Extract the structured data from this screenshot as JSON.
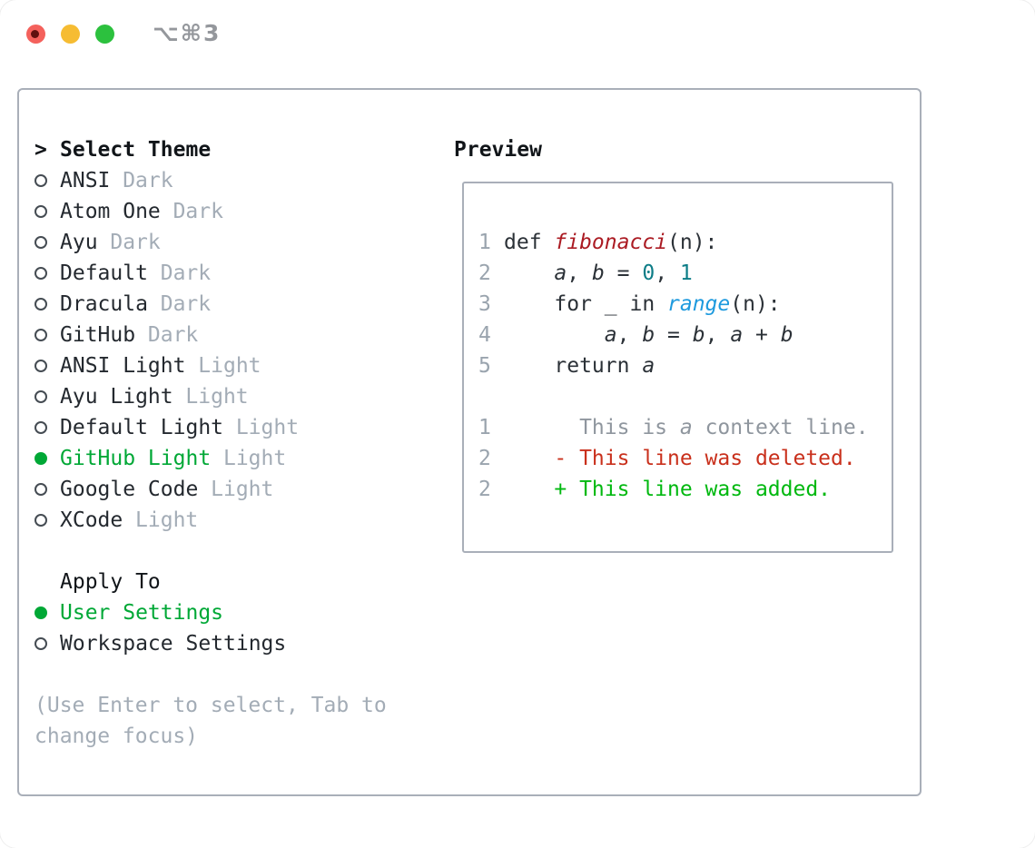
{
  "window": {
    "title": "⌥⌘3",
    "traffic_lights": [
      {
        "name": "close",
        "color": "#f4615c",
        "dot": "#5f100f"
      },
      {
        "name": "minimize",
        "color": "#f6bc32",
        "dot": null
      },
      {
        "name": "zoom",
        "color": "#2cc13e",
        "dot": null
      }
    ]
  },
  "theme_list": {
    "prompt": ">",
    "header": "Select Theme",
    "items": [
      {
        "name": "ANSI",
        "variant": "Dark",
        "selected": false
      },
      {
        "name": "Atom One",
        "variant": "Dark",
        "selected": false
      },
      {
        "name": "Ayu",
        "variant": "Dark",
        "selected": false
      },
      {
        "name": "Default",
        "variant": "Dark",
        "selected": false
      },
      {
        "name": "Dracula",
        "variant": "Dark",
        "selected": false
      },
      {
        "name": "GitHub",
        "variant": "Dark",
        "selected": false
      },
      {
        "name": "ANSI Light",
        "variant": "Light",
        "selected": false
      },
      {
        "name": "Ayu Light",
        "variant": "Light",
        "selected": false
      },
      {
        "name": "Default Light",
        "variant": "Light",
        "selected": false
      },
      {
        "name": "GitHub Light",
        "variant": "Light",
        "selected": true
      },
      {
        "name": "Google Code",
        "variant": "Light",
        "selected": false
      },
      {
        "name": "XCode",
        "variant": "Light",
        "selected": false
      }
    ]
  },
  "apply_to": {
    "label": "Apply To",
    "options": [
      {
        "name": "User Settings",
        "selected": true
      },
      {
        "name": "Workspace Settings",
        "selected": false
      }
    ]
  },
  "hint": "(Use Enter to select, Tab to change focus)",
  "preview": {
    "label": "Preview",
    "lines": [
      {
        "num": "1",
        "tokens": [
          {
            "t": "def ",
            "c": "code"
          },
          {
            "t": "fibonacci",
            "c": "func",
            "i": true
          },
          {
            "t": "(n):",
            "c": "code"
          }
        ]
      },
      {
        "num": "2",
        "tokens": [
          {
            "t": "    ",
            "c": "code"
          },
          {
            "t": "a",
            "c": "variable",
            "i": true
          },
          {
            "t": ", ",
            "c": "code"
          },
          {
            "t": "b",
            "c": "variable",
            "i": true
          },
          {
            "t": " = ",
            "c": "code"
          },
          {
            "t": "0",
            "c": "number"
          },
          {
            "t": ", ",
            "c": "code"
          },
          {
            "t": "1",
            "c": "number"
          }
        ]
      },
      {
        "num": "3",
        "tokens": [
          {
            "t": "    for _ in ",
            "c": "code"
          },
          {
            "t": "range",
            "c": "call",
            "i": true
          },
          {
            "t": "(n):",
            "c": "code"
          }
        ]
      },
      {
        "num": "4",
        "tokens": [
          {
            "t": "        ",
            "c": "code"
          },
          {
            "t": "a",
            "c": "variable",
            "i": true
          },
          {
            "t": ", ",
            "c": "code"
          },
          {
            "t": "b",
            "c": "variable",
            "i": true
          },
          {
            "t": " = ",
            "c": "code"
          },
          {
            "t": "b",
            "c": "variable",
            "i": true
          },
          {
            "t": ", ",
            "c": "code"
          },
          {
            "t": "a",
            "c": "variable",
            "i": true
          },
          {
            "t": " + ",
            "c": "code"
          },
          {
            "t": "b",
            "c": "variable",
            "i": true
          }
        ]
      },
      {
        "num": "5",
        "tokens": [
          {
            "t": "    return ",
            "c": "code"
          },
          {
            "t": "a",
            "c": "variable",
            "i": true
          }
        ]
      },
      {
        "num": "",
        "tokens": []
      },
      {
        "num": "1",
        "tokens": [
          {
            "t": "      This is ",
            "c": "context"
          },
          {
            "t": "a",
            "c": "context",
            "i": true
          },
          {
            "t": " context line.",
            "c": "context"
          }
        ]
      },
      {
        "num": "2",
        "tokens": [
          {
            "t": "    - This line was deleted.",
            "c": "deleted"
          }
        ]
      },
      {
        "num": "2",
        "tokens": [
          {
            "t": "    + This line was added.",
            "c": "added"
          }
        ]
      }
    ]
  },
  "colors": {
    "text_primary": "#24292f",
    "text_heading": "#111519",
    "text_muted": "#a3acb6",
    "line_number": "#9aa4ae",
    "accent_green": "#00a836",
    "added": "#00b80f",
    "deleted": "#c9301c",
    "func": "#ab1b23",
    "code": "#2b3137",
    "variable": "#2b3137",
    "number": "#0d7d87",
    "call": "#1e9ade",
    "context": "#8f969e",
    "border": "#a9afb9",
    "bullet_border": "#454c53",
    "title_gray": "#94979c"
  }
}
